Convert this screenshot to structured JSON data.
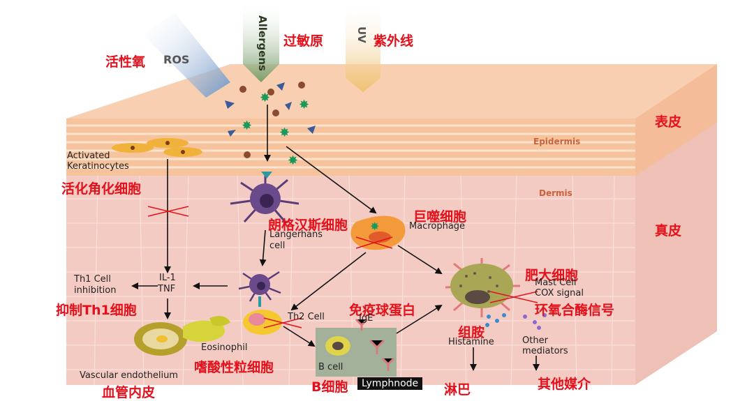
{
  "stimuli": {
    "ros_cn": "活性氧",
    "ros_en": "ROS",
    "allergens_en": "Allergens",
    "allergens_cn": "过敏原",
    "uv_en": "UV",
    "uv_cn": "紫外线"
  },
  "layers": {
    "epidermis_en": "Epidermis",
    "epidermis_cn": "表皮",
    "dermis_en": "Dermis",
    "dermis_cn": "真皮"
  },
  "cells": {
    "keratinocytes_en": [
      "Activated",
      "Keratinocytes"
    ],
    "keratinocytes_cn": "活化角化细胞",
    "langerhans_cn": "朗格汉斯细胞",
    "langerhans_en": [
      "Langerhans",
      "cell"
    ],
    "macrophage_cn": "巨噬细胞",
    "macrophage_en": "Macrophage",
    "mast_cn": "肥大细胞",
    "mast_en": "Mast Cell",
    "cox_en": "COX signal",
    "cox_cn": "环氧合酶信号",
    "th1_en": [
      "Th1 Cell",
      "inhibition"
    ],
    "th1_cn": "抑制Th1细胞",
    "il1": "IL-1",
    "tnf": "TNF",
    "th2": "Th2 Cell",
    "ige_cn": "免疫球蛋白",
    "ige_en": "IgE",
    "histamine_cn": "组胺",
    "histamine_en": "Histamine",
    "eosinophil_en": "Eosinophil",
    "eosinophil_cn": "嗜酸性粒细胞",
    "other_mediators_en": [
      "Other",
      "mediators"
    ],
    "other_mediators_cn": "其他媒介",
    "vascular_en": "Vascular endothelium",
    "vascular_cn": "血管内皮",
    "bcell_en": "B cell",
    "bcell_cn": "B细胞",
    "lymphnode_en": "Lymphnode",
    "lymph_cn": "淋巴"
  },
  "colors": {
    "label_cn": "#e4101b",
    "epidermis": "#f6c9a8",
    "dermis": "#f3cfc8",
    "inhibit_mark": "#e4101b"
  }
}
